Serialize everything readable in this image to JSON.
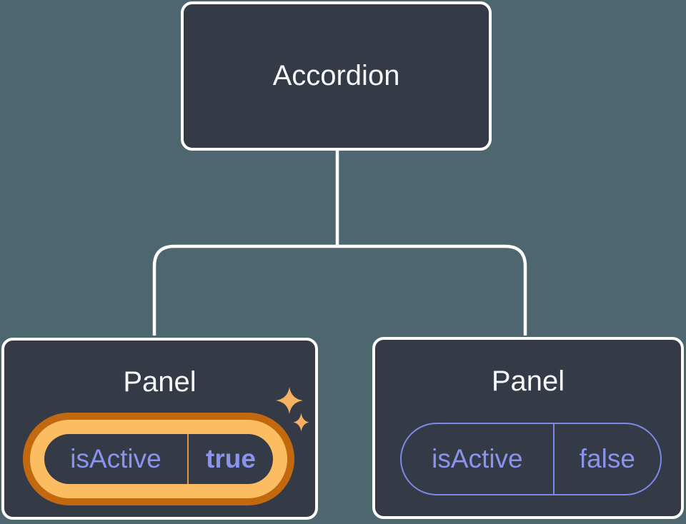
{
  "diagram": {
    "title_hint": "component tree: Accordion parent with two Panel children",
    "root": {
      "label": "Accordion"
    },
    "children": [
      {
        "label": "Panel",
        "prop": {
          "name": "isActive",
          "value": "true"
        },
        "highlighted": true,
        "icon": "sparkles-icon"
      },
      {
        "label": "Panel",
        "prop": {
          "name": "isActive",
          "value": "false"
        },
        "highlighted": false
      }
    ],
    "colors": {
      "background": "#4D6670",
      "node_fill": "#343A46",
      "node_border": "#FFFFFF",
      "heading_text": "#F6F7F9",
      "prop_text_purple": "#8A93EE",
      "prop_border_purple": "#7F88E8",
      "highlight_ring_dark_orange": "#C2690F",
      "highlight_ring_gold": "#FBBC62",
      "highlight_divider_gold": "#DE9C42",
      "sparkle_gold": "#F6B261",
      "connector_line": "#FFFFFF"
    }
  }
}
